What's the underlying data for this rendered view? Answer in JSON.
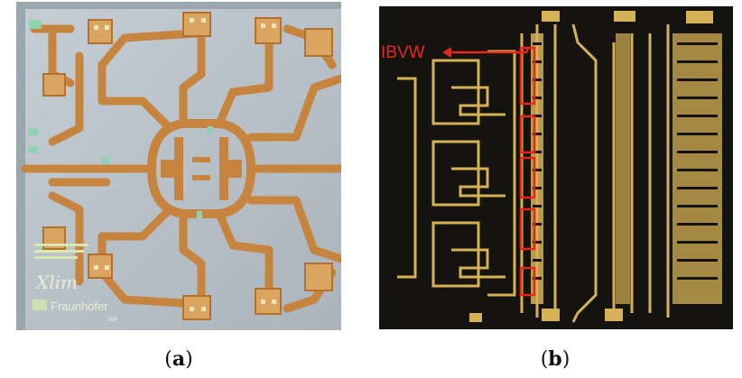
{
  "figure": {
    "panel_a": {
      "caption_open": "(",
      "caption_letter": "a",
      "caption_close": ")",
      "logo_xlim": "Xlim",
      "logo_fraunhofer": "Fraunhofer",
      "logo_iaf": "IAF",
      "colors": {
        "substrate": "#b9c3c9",
        "metal": "#c7843f",
        "pad": "#d9a560"
      }
    },
    "panel_b": {
      "caption_open": "(",
      "caption_letter": "b",
      "caption_close": ")",
      "annotation_label": "IBVW",
      "colors": {
        "substrate": "#14130f",
        "metal": "#d6b156",
        "annotation": "#e8261e"
      }
    }
  }
}
